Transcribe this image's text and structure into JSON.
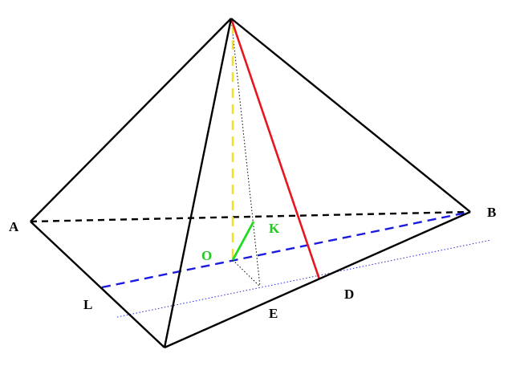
{
  "labels": {
    "A": "A",
    "B": "B",
    "L": "L",
    "E": "E",
    "D": "D",
    "O": "O",
    "K": "K"
  },
  "colors": {
    "edge": "#000000",
    "red_line": "#e8141e",
    "blue_dashed": "#1c1ce0",
    "yellow_dashed": "#f0e020",
    "green_segment": "#1edc1e",
    "green_label": "#1ec81e",
    "blue_dotted": "#2a2ad8"
  }
}
